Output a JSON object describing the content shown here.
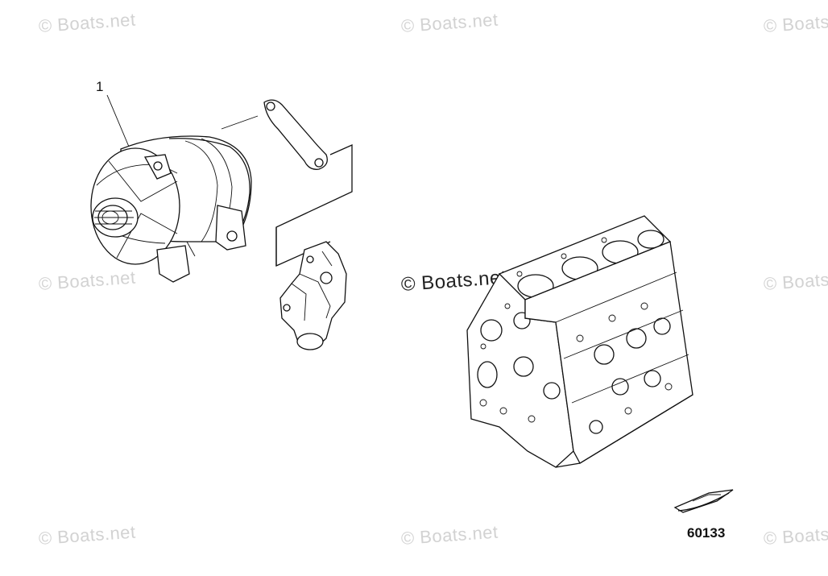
{
  "watermark": "© Boats.net",
  "callouts": [
    {
      "label": "1"
    }
  ],
  "figure_number": "60133",
  "icons": [
    "boat-icon"
  ]
}
